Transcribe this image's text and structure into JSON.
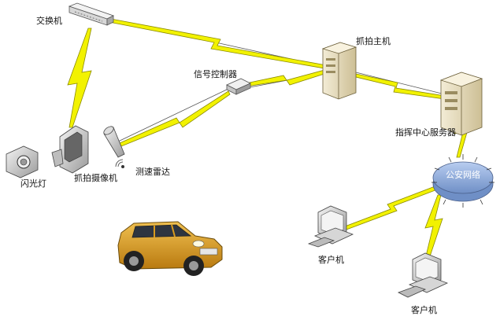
{
  "labels": {
    "switch": "交换机",
    "capture_host": "抓拍主机",
    "signal_controller": "信号控制器",
    "command_server": "指挥中心服务器",
    "public_network": "公安网络",
    "flash": "闪光灯",
    "capture_camera": "抓拍摄像机",
    "speed_radar": "测速雷达",
    "client_1": "客户机",
    "client_2": "客户机"
  },
  "links": [
    {
      "from": "switch",
      "to": "capture_camera"
    },
    {
      "from": "switch",
      "to": "capture_host"
    },
    {
      "from": "signal_controller",
      "to": "capture_host"
    },
    {
      "from": "speed_radar",
      "to": "signal_controller"
    },
    {
      "from": "capture_host",
      "to": "command_server"
    },
    {
      "from": "command_server",
      "to": "public_network"
    },
    {
      "from": "public_network",
      "to": "client_1"
    },
    {
      "from": "public_network",
      "to": "client_2"
    }
  ],
  "colors": {
    "link": "#f0f000",
    "link_outline": "#8a8a00",
    "network": "#8aa7d8",
    "car": "#d89a1e"
  }
}
